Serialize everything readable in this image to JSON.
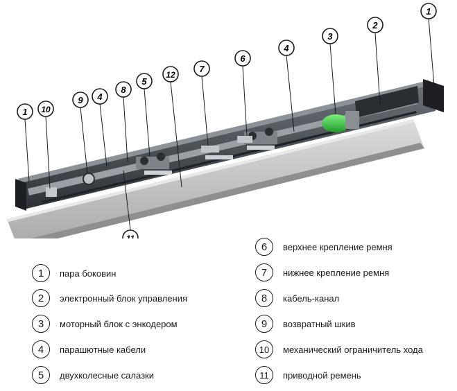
{
  "callouts": [
    "1",
    "2",
    "3",
    "4",
    "5",
    "6",
    "7",
    "8",
    "9",
    "10",
    "11",
    "12"
  ],
  "legend": [
    {
      "num": "1",
      "text": "пара боковин"
    },
    {
      "num": "2",
      "text": "электронный блок управления"
    },
    {
      "num": "3",
      "text": "моторный блок с энкодером"
    },
    {
      "num": "4",
      "text": "парашютные кабели"
    },
    {
      "num": "5",
      "text": "двухколесные салазки"
    },
    {
      "num": "6",
      "text": "верхнее крепление ремня"
    },
    {
      "num": "7",
      "text": "нижнее крепление ремня"
    },
    {
      "num": "8",
      "text": "кабель-канал"
    },
    {
      "num": "9",
      "text": "возвратный шкив"
    },
    {
      "num": "10",
      "text": "механический ограничитель хода"
    },
    {
      "num": "11",
      "text": "приводной ремень"
    }
  ],
  "colors": {
    "profile_dark": "#3a3f44",
    "cover_gray": "#c9c9c9",
    "motor_green": "#3fcf4a",
    "ink": "#1a1a1a"
  }
}
